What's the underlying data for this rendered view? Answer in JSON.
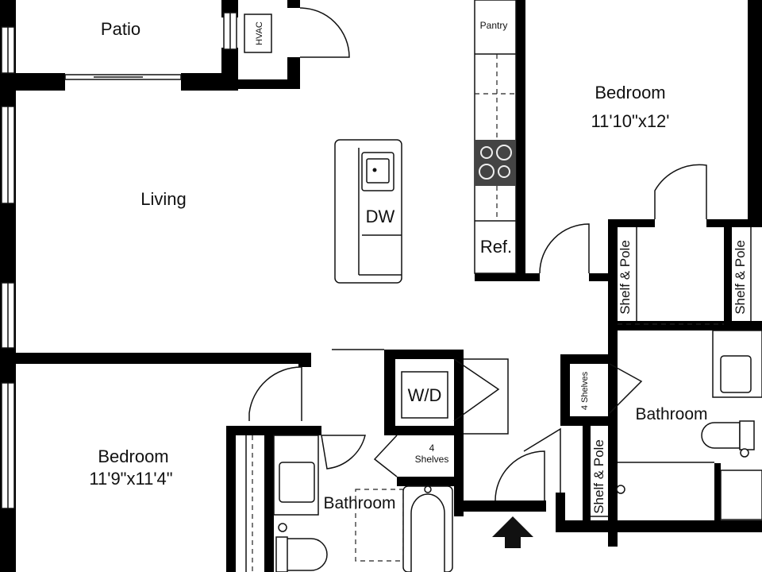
{
  "rooms": {
    "patio": "Patio",
    "hvac": "HVAC",
    "living": "Living",
    "pantry": "Pantry",
    "dw": "DW",
    "ref": "Ref.",
    "bedroom_1": "Bedroom",
    "bedroom_1_size": "11'10\"x12'",
    "bedroom_2": "Bedroom",
    "bedroom_2_size": "11'9\"x11'4\"",
    "wd": "W/D",
    "bath_1": "Bathroom",
    "bath_2": "Bathroom",
    "shelf_pole": "Shelf & Pole",
    "four_shelves": "4 Shelves",
    "four": "4",
    "shelves": "Shelves"
  },
  "colors": {
    "wall": "#000000",
    "stove": "#444444",
    "background": "#ffffff"
  },
  "icons": [
    "sink-icon",
    "stove-icon",
    "toilet-icon",
    "bathtub-icon",
    "entry-arrow-icon"
  ]
}
